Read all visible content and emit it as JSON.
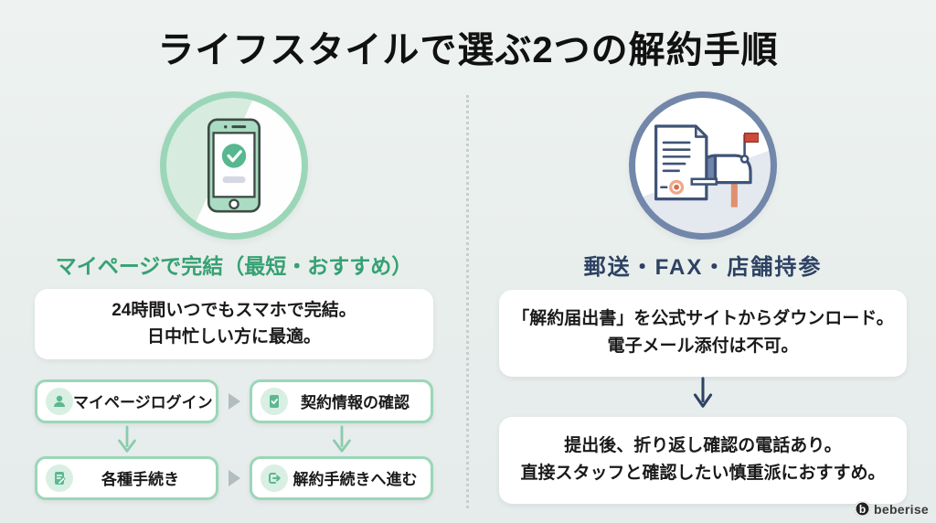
{
  "title": "ライフスタイルで選ぶ2つの解約手順",
  "left": {
    "heading": "マイページで完結（最短・おすすめ）",
    "description_line1": "24時間いつでもスマホで完結。",
    "description_line2": "日中忙しい方に最適。",
    "steps": [
      {
        "label": "マイページログイン",
        "icon": "user-icon"
      },
      {
        "label": "契約情報の確認",
        "icon": "document-check-icon"
      },
      {
        "label": "各種手続き",
        "icon": "document-edit-icon"
      },
      {
        "label": "解約手続きへ進む",
        "icon": "exit-arrow-icon"
      }
    ]
  },
  "right": {
    "heading": "郵送・FAX・店舗持参",
    "box1_line1": "「解約届出書」を公式サイトからダウンロード。",
    "box1_line2": "電子メール添付は不可。",
    "box2_line1": "提出後、折り返し確認の電話あり。",
    "box2_line2": "直接スタッフと確認したい慎重派におすすめ。"
  },
  "brand": {
    "logo_text": "beberise",
    "icon_letter": "b"
  },
  "colors": {
    "background": "#e9efed",
    "title_text": "#111111",
    "green_accent": "#36a173",
    "mint_border": "#9bd6b8",
    "mint_light": "#d9efe3",
    "navy_accent": "#2d4263",
    "slate_border": "#7287a9",
    "card_bg": "#ffffff",
    "body_text": "#1a1a1a",
    "flag_red": "#cf4a3b",
    "post_salmon": "#e0906f",
    "seal_orange": "#dd6b45",
    "divider": "#c7ced2",
    "gray_arrow": "#b3bcbe",
    "pill_lavender": "#d5d8e4",
    "arrow_green": "#8bccab"
  }
}
